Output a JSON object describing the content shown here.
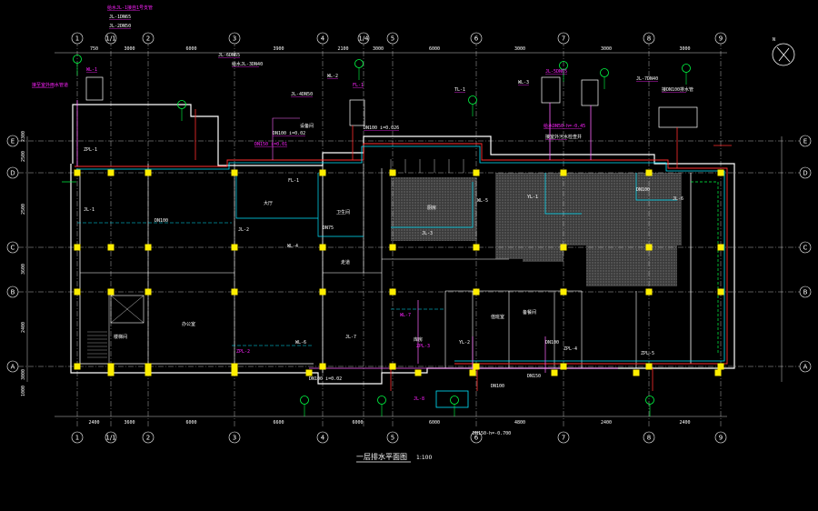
{
  "drawing": {
    "background": "#000000",
    "colors": {
      "wall": "#ffffff",
      "grid": "#ffffff",
      "column": "#ffee00",
      "water_supply": "#00e5ff",
      "drainage": "#ff2e2e",
      "drain_pipe": "#ff66ff",
      "fire": "#00ff44",
      "annotation": "#ff22ff",
      "hatch": "#8a8a8a"
    },
    "title": "一层排水平面图",
    "scale": "1:100",
    "north_icon": "north-arrow-icon"
  },
  "grid": {
    "vertical_top": [
      "1",
      "1/1",
      "2",
      "3",
      "4",
      "1/4",
      "5",
      "6",
      "7",
      "8",
      "9"
    ],
    "vertical_bottom": [
      "1",
      "1/1",
      "2",
      "3",
      "4",
      "5",
      "6",
      "7",
      "8",
      "9"
    ],
    "horizontal": [
      "E",
      "D",
      "C",
      "B",
      "A"
    ],
    "top_dims": [
      "750",
      "3000",
      "6000",
      "3900",
      "2100",
      "3000",
      "6000",
      "3000",
      "3000",
      "3000"
    ],
    "bottom_dims": [
      "2400",
      "3600",
      "6000",
      "6600",
      "6000",
      "6000",
      "4800",
      "2400",
      "2400"
    ],
    "left_dims": [
      "2300",
      "2500",
      "2500",
      "3600",
      "2400",
      "3000",
      "1000"
    ]
  },
  "annotations": {
    "top": [
      "给水JL-1接自1号支管",
      "JL-1DN65",
      "JL-2DN50",
      "接至室外雨水管道",
      "JL-6DN65",
      "给水JL-3DN40",
      "WL-1",
      "WL-2",
      "JL-4DN50",
      "FL-1",
      "TL-1",
      "WL-3",
      "JL-5DN65",
      "JL-7DN40",
      "接DN100排水管",
      "给水DN50-h=-0.45",
      "接室外污水检查井",
      "DN100 i=0.02",
      "DN150 i=0.01",
      "DN100 i=0.026"
    ],
    "middle": [
      "JL-1",
      "ZPL-1",
      "FL-1",
      "JL-2",
      "WL-4",
      "DN100",
      "DN75",
      "JL-3",
      "WL-5",
      "YL-1",
      "DN100",
      "JL-6"
    ],
    "bottom": [
      "ZPL-2",
      "WL-6",
      "JL-7",
      "DN100 i=0.02",
      "ZPL-3",
      "YL-2",
      "DN150",
      "ZPL-4",
      "JL-8",
      "DN100",
      "DN150-h=-0.700",
      "ZPL-5",
      "WL-7",
      "DN100"
    ],
    "rooms": [
      "卫生间",
      "厨房",
      "办公室",
      "库房",
      "设备间",
      "大厅",
      "走道",
      "楼梯间",
      "值班室",
      "备餐间"
    ]
  }
}
